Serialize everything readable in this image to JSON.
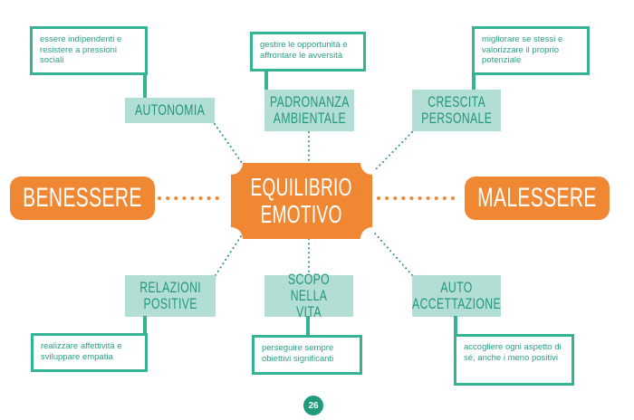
{
  "center": {
    "line": "EQUILIBRIO\nEMOTIVO"
  },
  "left_pole": "BENESSERE",
  "right_pole": "MALESSERE",
  "dimensions": [
    {
      "label": "AUTONOMIA",
      "description": "essere indipendenti e resistere a pressioni sociali"
    },
    {
      "label": "PADRONANZA\nAMBIENTALE",
      "description": "gestire le opportunità e affrontare le avversità"
    },
    {
      "label": "CRESCITA\nPERSONALE",
      "description": "migliorare se stessi e valorizzare il proprio potenziale"
    },
    {
      "label": "RELAZIONI\nPOSITIVE",
      "description": "realizzare affettività e sviluppare empatia"
    },
    {
      "label": "SCOPO\nNELLA VITA",
      "description": "perseguire sempre obiettivi significanti"
    },
    {
      "label": "AUTO\nACCETTAZIONE",
      "description": "accogliere ogni aspetto di sé, anche i meno positivi"
    }
  ],
  "page_number": "26",
  "colors": {
    "teal": "#35b394",
    "teal_light": "#b3ded5",
    "orange": "#f08833"
  }
}
